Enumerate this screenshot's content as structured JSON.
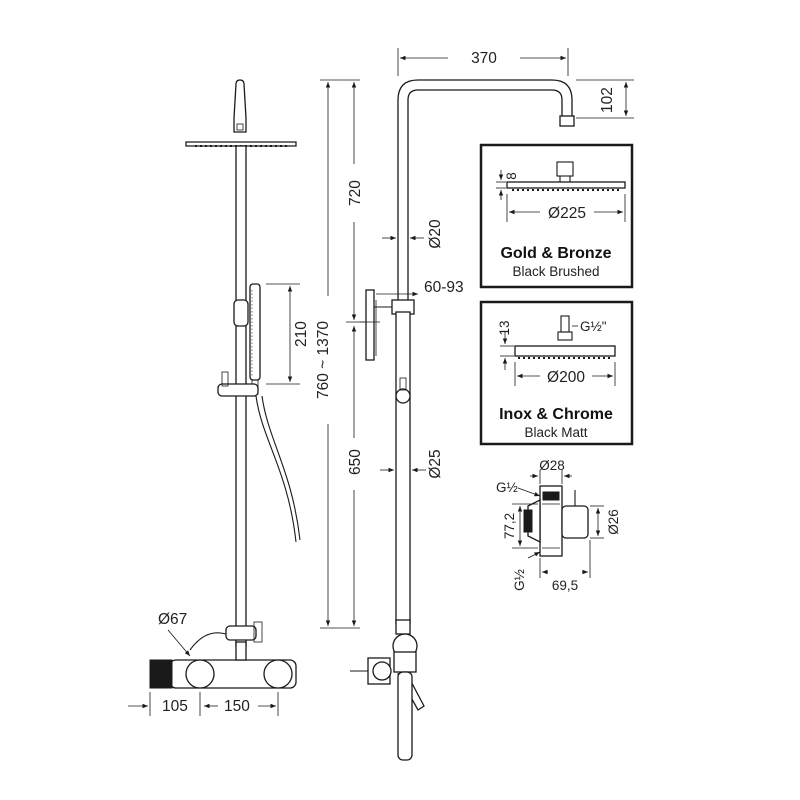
{
  "dimensions": {
    "arm_length": "370",
    "arm_drop": "102",
    "upper_height": "720",
    "upper_pipe_diameter": "Ø20",
    "wall_bracket": "60-93",
    "total_height": "760 ~ 1370",
    "hand_shower_travel": "210",
    "lower_height": "650",
    "lower_pipe_diameter": "Ø25",
    "mixer_rosette": "Ø67",
    "mixer_depth": "105",
    "mixer_centers": "150"
  },
  "variants": [
    {
      "title": "Gold & Bronze",
      "subtitle": "Black Brushed",
      "head_diameter": "Ø225",
      "head_thickness": "8"
    },
    {
      "title": "Inox & Chrome",
      "subtitle": "Black Matt",
      "head_diameter": "Ø200",
      "head_thickness": "13",
      "thread": "G½\""
    }
  ],
  "diverter": {
    "diameter_top": "Ø28",
    "thread_top": "G½",
    "height": "77,2",
    "diameter_side": "Ø26",
    "thread_bottom": "G½",
    "width": "69,5"
  }
}
